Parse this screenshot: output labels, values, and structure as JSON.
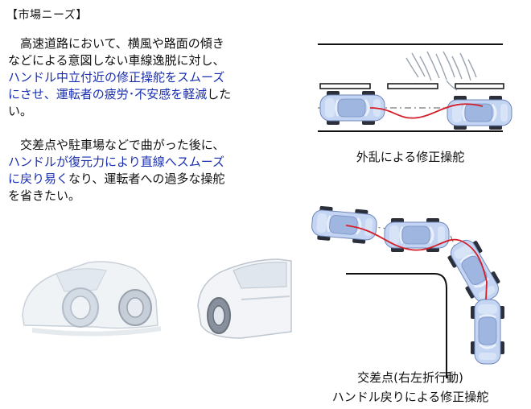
{
  "heading": "【市場ニーズ】",
  "paragraph1": {
    "line1": "　高速道路において、横風や路面の傾き",
    "line2": "などによる意図しない車線逸脱に対し、",
    "highlight1": "ハンドル中立付近の修正操舵をスムーズ",
    "highlight2a": "にさせ、",
    "highlight2b": "運転者の疲労･不安感を軽減",
    "tail2": "した",
    "line4": "い。"
  },
  "paragraph2": {
    "line1": "　交差点や駐車場などで曲がった後に、",
    "highlight1": "ハンドルが復元力により直線へスムーズ",
    "highlight2": "に戻り易く",
    "tail2": "なり、運転者への過多な操舵",
    "line4": "を省きたい。"
  },
  "captions": {
    "disturbance": "外乱による修正操舵",
    "intersection_line1": "交差点(右左折行動)",
    "intersection_line2": "ハンドル戻りによる修正操舵"
  },
  "colors": {
    "highlight_text": "#1a2fb0",
    "car_body": "#bfd3f2",
    "trajectory": "#d41e2a"
  }
}
